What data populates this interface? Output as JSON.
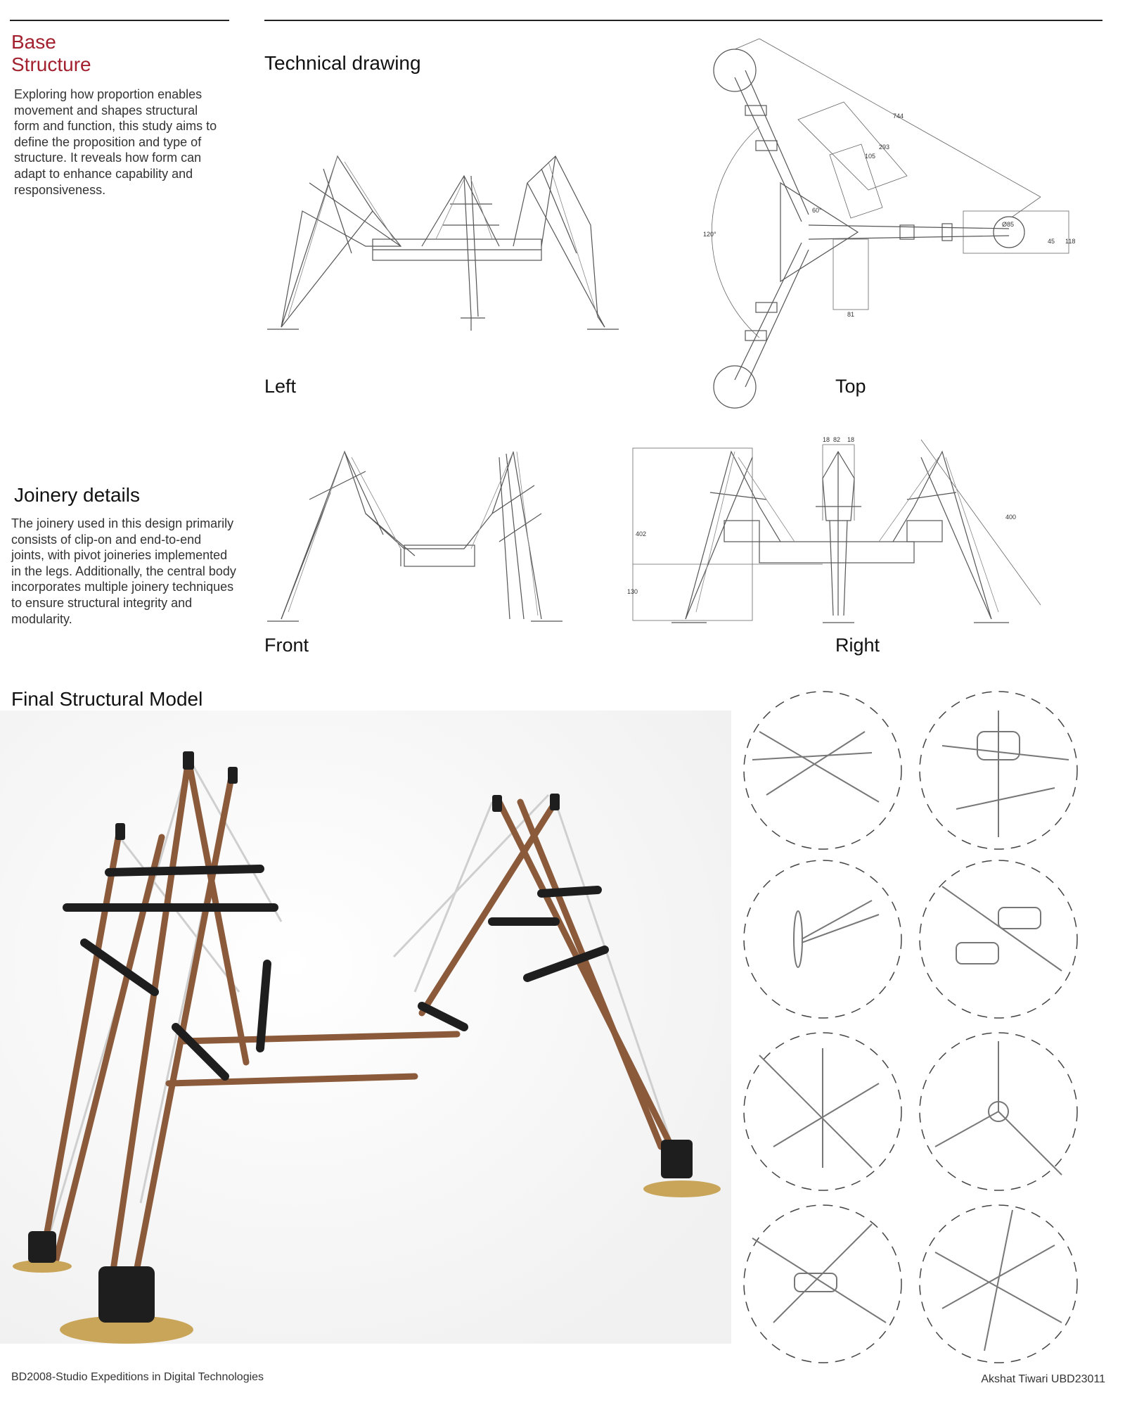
{
  "section_base": {
    "title_line1": "Base",
    "title_line2": "Structure",
    "description": "Exploring how proportion enables movement and shapes structural form and function, this study aims to define the proposition and type of structure. It reveals how form can adapt to enhance capability and responsiveness."
  },
  "technical_drawing": {
    "title": "Technical drawing",
    "views": {
      "left": "Left",
      "top": "Top",
      "front": "Front",
      "right": "Right"
    },
    "top_dimensions": [
      "744",
      "293",
      "105",
      "60°",
      "120°",
      "Ø85",
      "45",
      "118",
      "81"
    ],
    "right_dimensions": [
      "18",
      "82",
      "18",
      "402",
      "130",
      "400"
    ]
  },
  "joinery": {
    "title": "Joinery details",
    "description": "The joinery used in this design primarily consists of clip-on and end-to-end joints, with pivot joineries implemented in the legs. Additionally, the central body incorporates multiple joinery techniques to ensure structural integrity and modularity."
  },
  "final_model": {
    "title": "Final Structural Model"
  },
  "footer": {
    "course": "BD2008-Studio Expeditions in Digital Technologies",
    "author": "Akshat Tiwari UBD23011"
  },
  "colors": {
    "accent_red": "#a3212f",
    "rod_brown": "#8a5a3b",
    "joint_black": "#1e1e1e",
    "base_gold": "#c9a55a"
  },
  "icons": [
    "joint-detail-icon"
  ]
}
